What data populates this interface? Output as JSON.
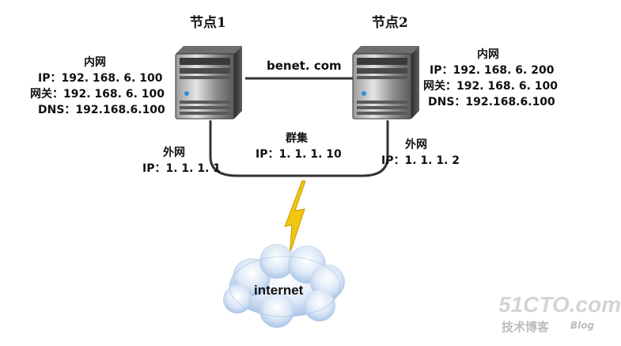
{
  "node1": {
    "title": "节点1",
    "lan_label": "内网",
    "lan_ip": "IP：192. 168. 6. 100",
    "lan_gateway": "网关：192. 168. 6. 100",
    "lan_dns": "DNS：192.168.6.100",
    "wan_label": "外网",
    "wan_ip": "IP：1. 1. 1. 1"
  },
  "node2": {
    "title": "节点2",
    "lan_label": "内网",
    "lan_ip": "IP：192. 168. 6. 200",
    "lan_gateway": "网关：192. 168. 6. 100",
    "lan_dns": "DNS：192.168.6.100",
    "wan_label": "外网",
    "wan_ip": "IP：1. 1. 1. 2"
  },
  "heartbeat_link": "benet. com",
  "cluster": {
    "label": "群集",
    "ip": "IP：1. 1. 1. 10"
  },
  "internet_label": "internet",
  "watermark": {
    "site": "51CTO.com",
    "tagline": "技术博客",
    "blog": "Blog"
  },
  "colors": {
    "line": "#333333",
    "server_body": "#3a3a3a",
    "server_highlight": "#d8d8d8",
    "led": "#2f8fd8",
    "lightning": "#f2c50f",
    "cloud": "#c9dcf2",
    "watermark": "#d0d0d0"
  }
}
